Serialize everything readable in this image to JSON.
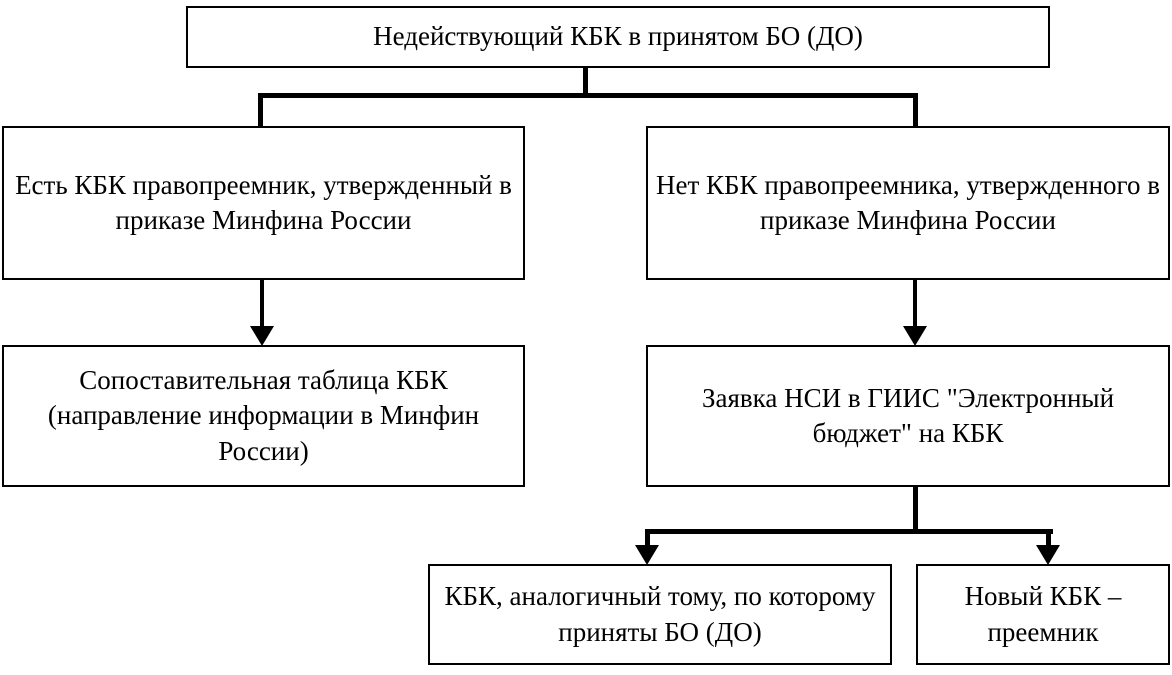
{
  "diagram": {
    "title": "Недействующий КБК в принятом БО (ДО)",
    "nodes": {
      "root": "Недействующий КБК в принятом БО (ДО)",
      "left_branch": "Есть КБК правопреемник, утвержденный в приказе Минфина России",
      "right_branch": "Нет КБК правопреемника, утвержденного в приказе Минфина России",
      "left_outcome": "Сопоставительная таблица КБК (направление информации в Минфин России)",
      "right_action": "Заявка НСИ в ГИИС \"Электронный бюджет\" на КБК",
      "bottom_left": "КБК, аналогичный тому, по которому приняты БО (ДО)",
      "bottom_right": "Новый КБК – преемник"
    },
    "colors": {
      "line": "#000000",
      "box_fill": "#ffffff",
      "text": "#000000"
    }
  }
}
